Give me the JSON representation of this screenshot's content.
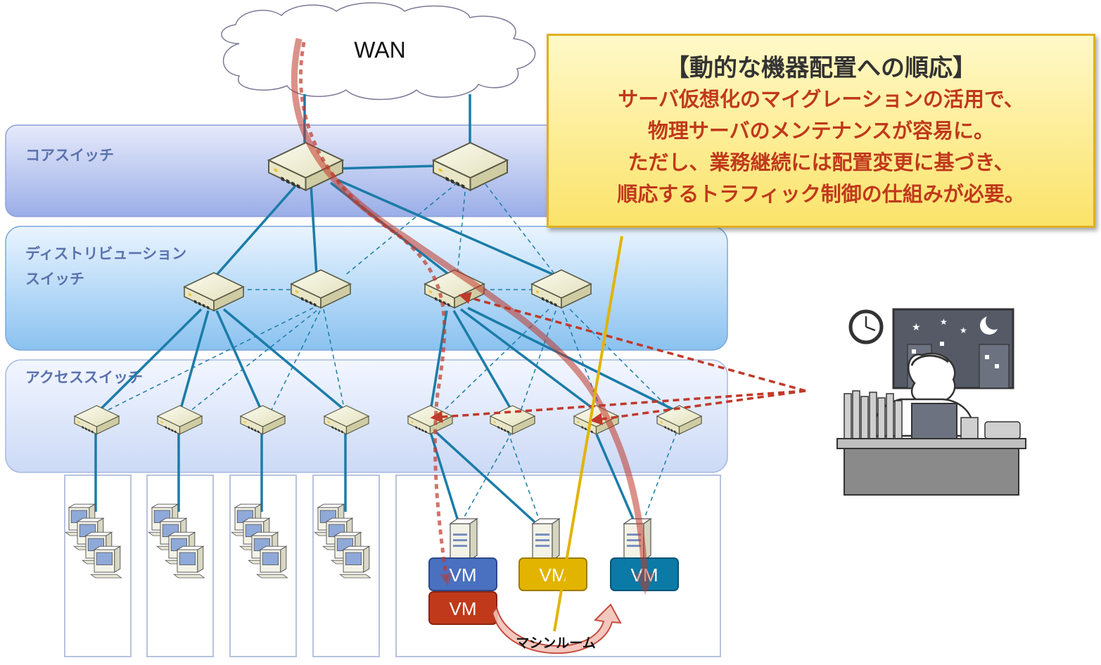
{
  "wan_label": "WAN",
  "layers": {
    "core": "コアスイッチ",
    "distribution_line1": "ディストリビューション",
    "distribution_line2": "スイッチ",
    "access": "アクセススイッチ"
  },
  "vms": {
    "vm_blue": "VM",
    "vm_red": "VM",
    "vm_yellow": "VM",
    "vm_teal": "VM"
  },
  "machine_room_label": "マシンルーム",
  "callout": {
    "heading": "【動的な機器配置への順応】",
    "lines": [
      "サーバ仮想化のマイグレーションの活用で、",
      "物理サーバのメンテナンスが容易に。",
      "ただし、業務継続には配置変更に基づき、",
      "順応するトラフィック制御の仕組みが必要。"
    ]
  },
  "colors": {
    "link": "#1b7ca8",
    "migration_arrow": "#c0392b",
    "callout_text": "#c0391b",
    "layer_label": "#5a72ad",
    "vm_blue": "#4a70c0",
    "vm_red": "#c0391b",
    "vm_yellow": "#e2b400",
    "vm_teal": "#0b7aa6"
  },
  "icons": [
    "cloud-icon",
    "switch-icon",
    "pc-icon",
    "server-icon",
    "clock-icon",
    "moon-icon",
    "worried-admin-icon"
  ]
}
